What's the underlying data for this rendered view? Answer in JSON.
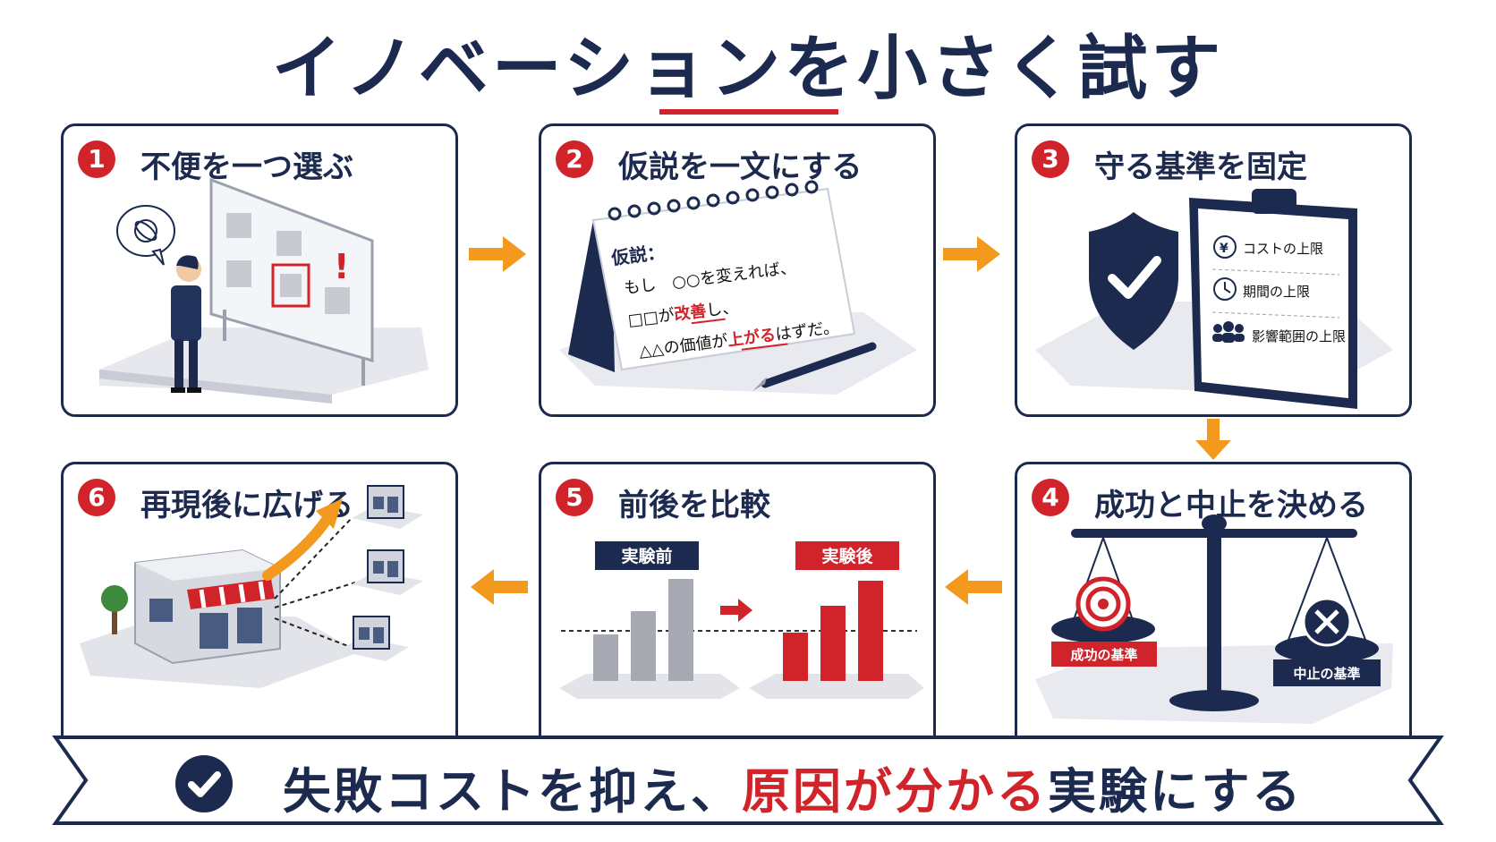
{
  "title": "イノベーションを小さく試す",
  "steps": [
    {
      "number": "1",
      "title": "不便を一つ選ぶ"
    },
    {
      "number": "2",
      "title": "仮説を一文にする",
      "calendar": {
        "heading": "仮説：",
        "line1": "もし　○○を変えれば、",
        "line2_prefix": "□□が",
        "line2_highlight": "改善",
        "line2_suffix": "し、",
        "line3_prefix": "△△の価値が",
        "line3_highlight": "上がる",
        "line3_suffix": "はずだ。"
      }
    },
    {
      "number": "3",
      "title": "守る基準を固定",
      "clipboard": [
        {
          "icon": "yen-icon",
          "label": "コストの上限"
        },
        {
          "icon": "clock-icon",
          "label": "期間の上限"
        },
        {
          "icon": "people-icon",
          "label": "影響範囲の上限"
        }
      ]
    },
    {
      "number": "4",
      "title": "成功と中止を決める",
      "scale": {
        "left_label": "成功の基準",
        "right_label": "中止の基準"
      }
    },
    {
      "number": "5",
      "title": "前後を比較",
      "compare": {
        "before_label": "実験前",
        "after_label": "実験後"
      }
    },
    {
      "number": "6",
      "title": "再現後に広げる"
    }
  ],
  "footer": {
    "part1": "失敗コストを抑え、",
    "part2": "原因が分かる",
    "part3": "実験にする"
  },
  "colors": {
    "navy": "#1b2a4e",
    "red": "#d0232a",
    "orange": "#f39a1e"
  }
}
